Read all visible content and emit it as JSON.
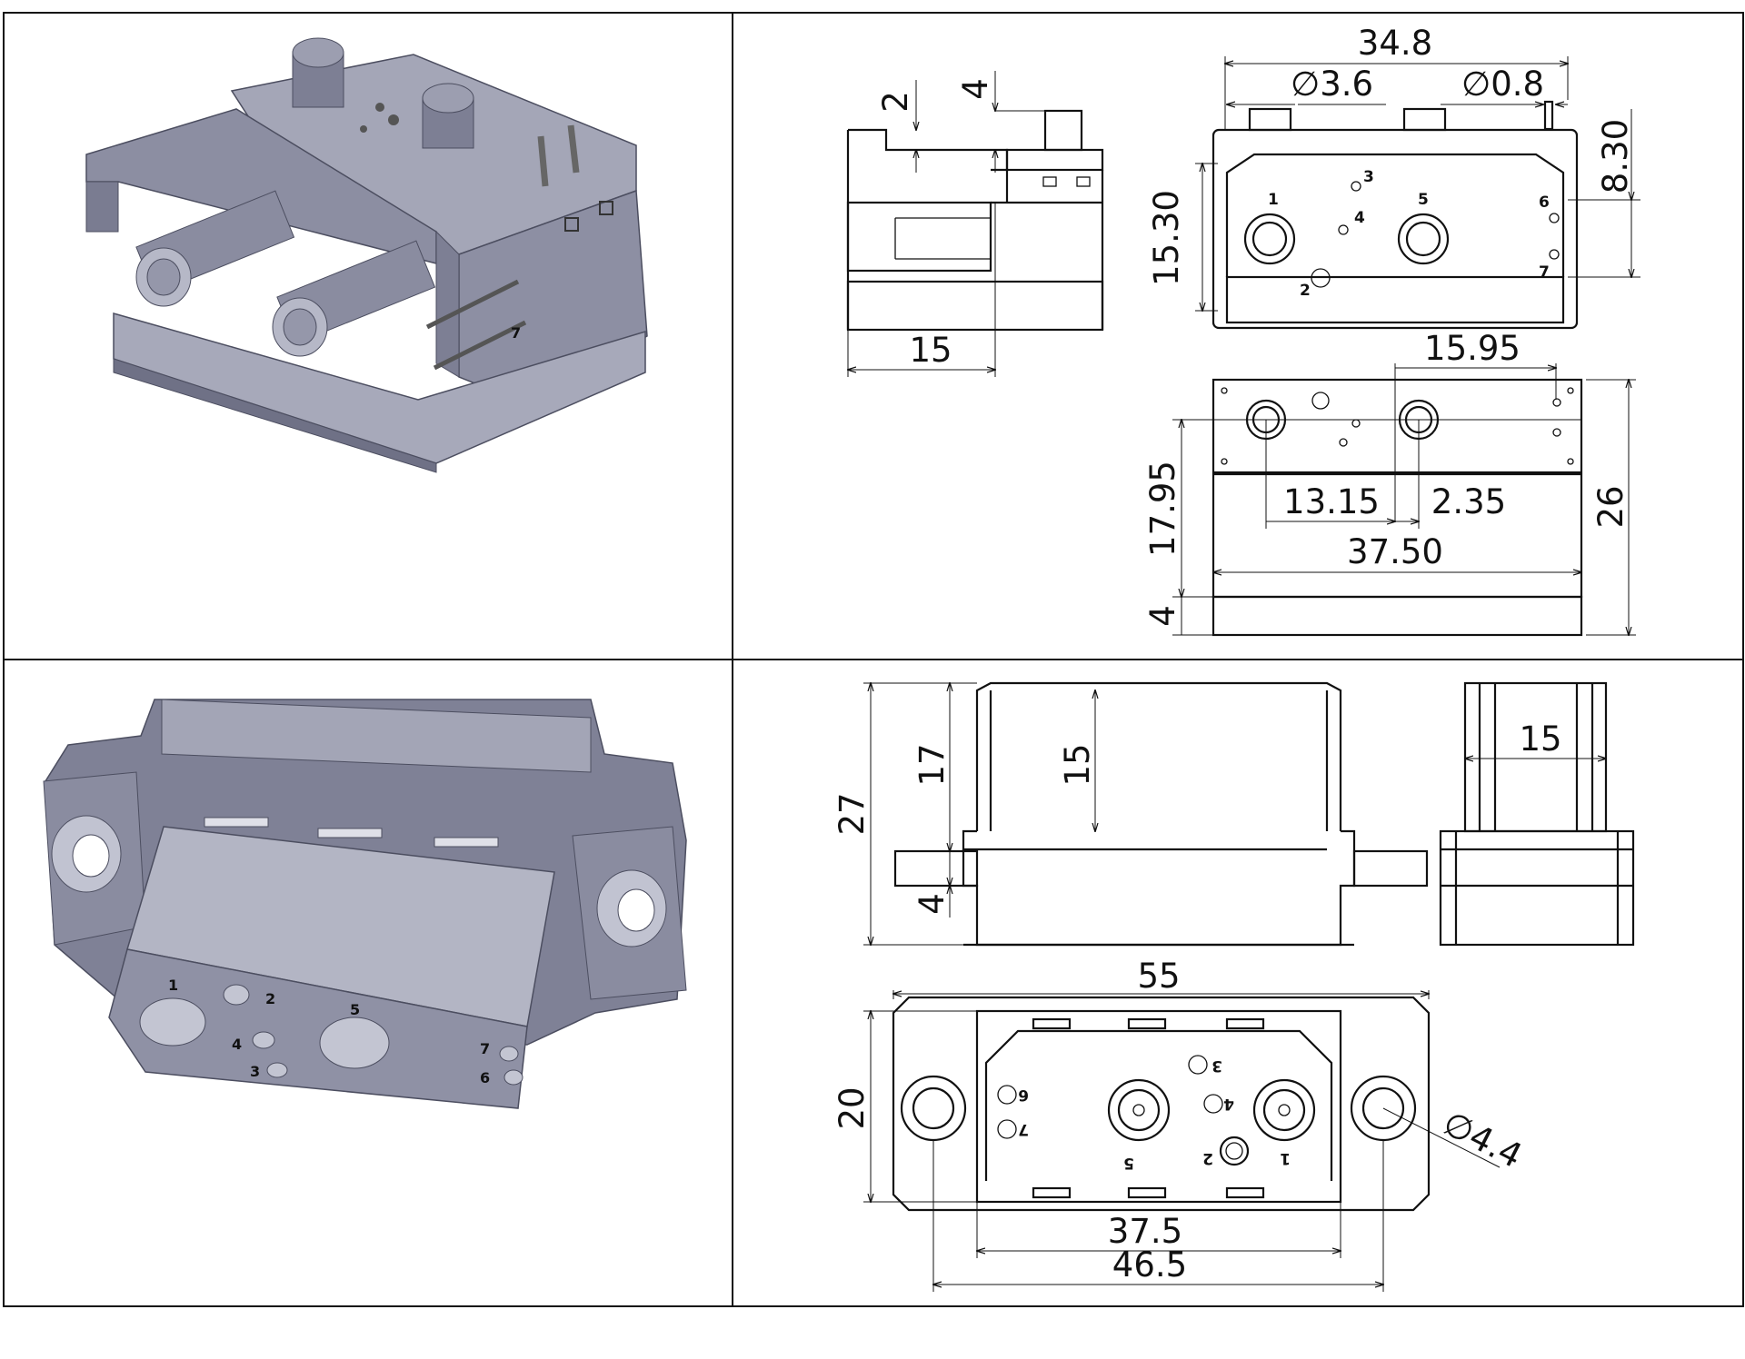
{
  "side_view": {
    "dim_2": "2",
    "dim_4": "4",
    "dim_15": "15"
  },
  "front_view": {
    "dim_34_8": "34.8",
    "dim_dia_3_6": "∅3.6",
    "dim_dia_0_8": "∅0.8",
    "dim_15_30": "15.30",
    "dim_8_30": "8.30",
    "pin_labels": [
      "1",
      "2",
      "3",
      "4",
      "5",
      "6",
      "7"
    ]
  },
  "top_view": {
    "dim_15_95": "15.95",
    "dim_17_95": "17.95",
    "dim_13_15": "13.15",
    "dim_2_35": "2.35",
    "dim_37_50": "37.50",
    "dim_26": "26",
    "dim_4": "4"
  },
  "receptacle_side": {
    "dim_27": "27",
    "dim_17": "17",
    "dim_15": "15",
    "dim_4": "4",
    "dim_15_end": "15"
  },
  "receptacle_face": {
    "dim_55": "55",
    "dim_20": "20",
    "dim_dia_4_4": "∅4.4",
    "dim_37_5": "37.5",
    "dim_46_5": "46.5",
    "pin_labels": [
      "1",
      "2",
      "3",
      "4",
      "5",
      "6",
      "7"
    ]
  },
  "render_plug": {
    "pin_label_7": "7"
  },
  "render_receptacle": {
    "pin_labels": [
      "1",
      "2",
      "3",
      "4",
      "5",
      "6",
      "7"
    ]
  },
  "colors": {
    "model_face": "#9b9daf",
    "model_light": "#b7b9c9",
    "model_dark": "#6f7186",
    "line": "#111111"
  }
}
